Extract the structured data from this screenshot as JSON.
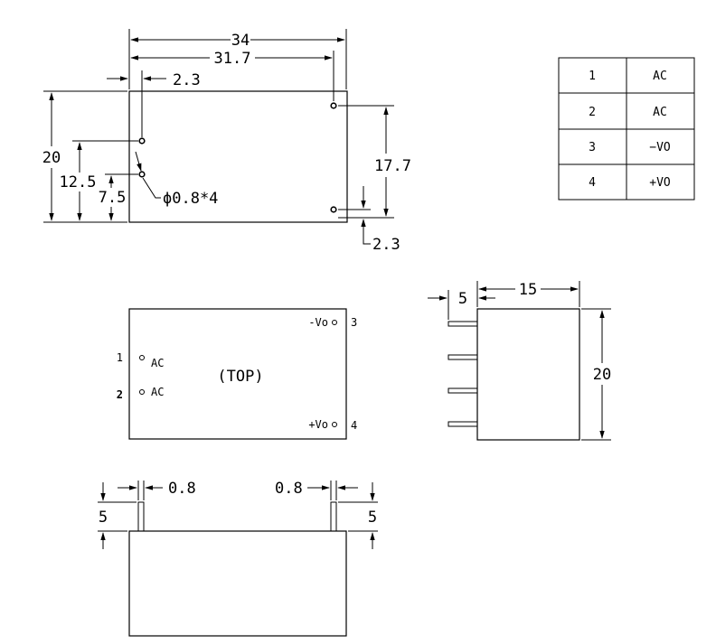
{
  "top_drawing": {
    "dim_width_total": "34",
    "dim_width_pins": "31.7",
    "dim_offset_left": "2.3",
    "dim_height": "20",
    "dim_pin1_height": "12.5",
    "dim_pin2_height": "7.5",
    "dim_right_spacing": "17.7",
    "dim_offset_bottom": "2.3",
    "hole_note": "ϕ0.8*4"
  },
  "pin_table": {
    "rows": [
      {
        "pin": "1",
        "function": "AC"
      },
      {
        "pin": "2",
        "function": "AC"
      },
      {
        "pin": "3",
        "function": "−VO"
      },
      {
        "pin": "4",
        "function": "+VO"
      }
    ]
  },
  "top_view": {
    "label": "(TOP)",
    "pins": [
      {
        "number": "1",
        "name": "AC"
      },
      {
        "number": "2",
        "name": "AC"
      },
      {
        "number": "3",
        "name": "-Vo"
      },
      {
        "number": "4",
        "name": "+Vo"
      }
    ]
  },
  "side_view": {
    "dim_pin_length": "5",
    "dim_depth": "15",
    "dim_height": "20"
  },
  "front_view": {
    "dim_pin_width_left": "0.8",
    "dim_pin_width_right": "0.8",
    "dim_pin_length_left": "5",
    "dim_pin_length_right": "5"
  }
}
